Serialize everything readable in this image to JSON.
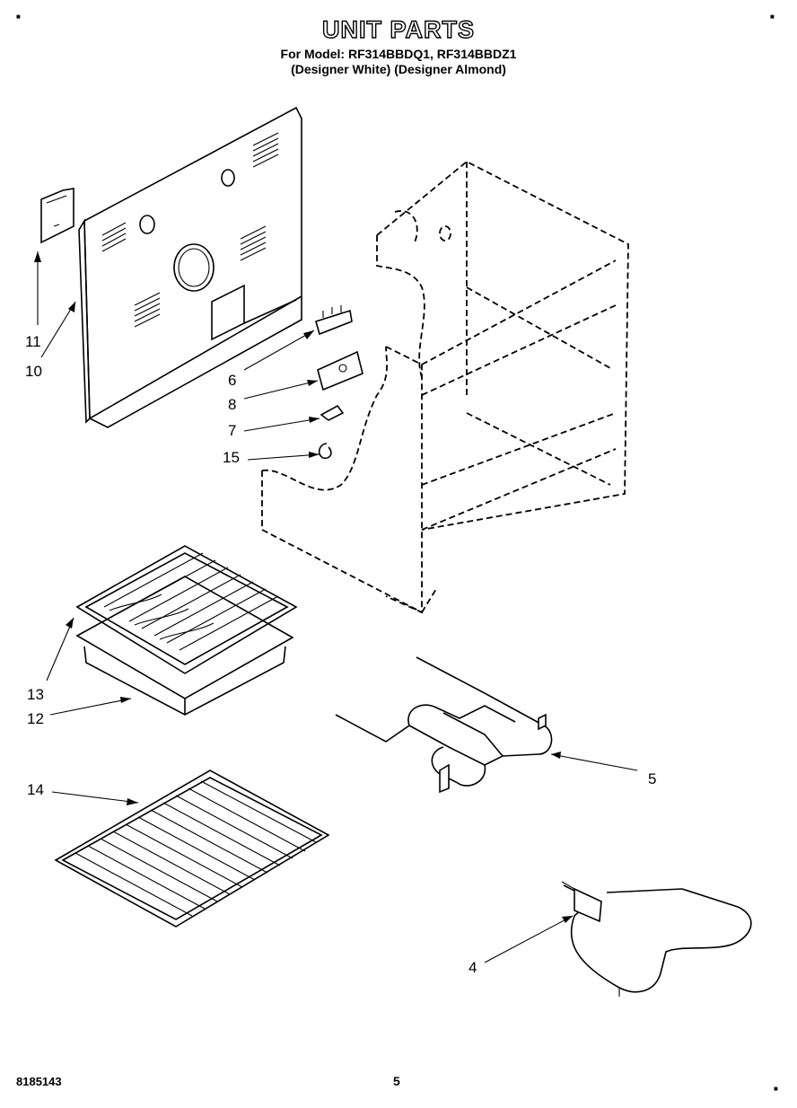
{
  "header": {
    "title": "UNIT PARTS",
    "model_line": "For Model: RF314BBDQ1, RF314BBDZ1",
    "color_line": "(Designer White) (Designer Almond)"
  },
  "callouts": [
    "11",
    "10",
    "6",
    "8",
    "7",
    "15",
    "13",
    "12",
    "14",
    "5",
    "4"
  ],
  "footer": {
    "doc_number": "8185143",
    "page_number": "5"
  }
}
